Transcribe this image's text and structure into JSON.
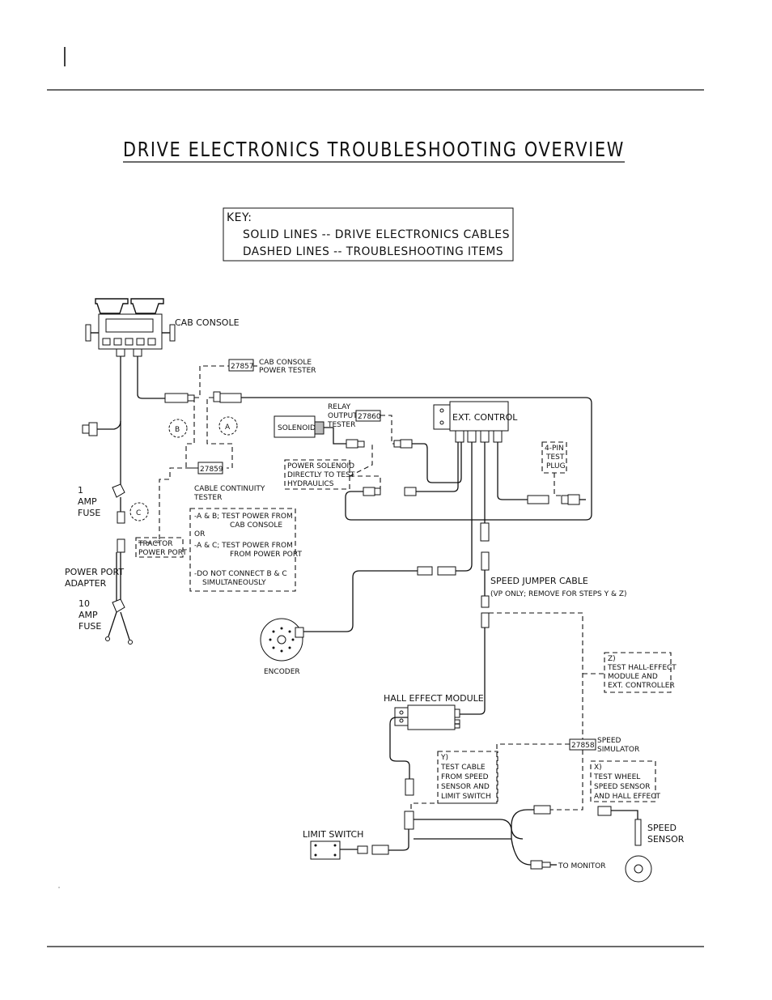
{
  "title": "DRIVE ELECTRONICS TROUBLESHOOTING OVERVIEW",
  "key": {
    "heading": "KEY:",
    "solid": "SOLID LINES -- DRIVE ELECTRONICS CABLES",
    "dashed": "DASHED LINES -- TROUBLESHOOTING ITEMS"
  },
  "labels": {
    "cab_console": "CAB CONSOLE",
    "cab_console_power_tester_1": "CAB CONSOLE",
    "cab_console_power_tester_2": "POWER TESTER",
    "part_27857": "27857",
    "relay_1": "RELAY",
    "relay_2": "OUTPUT",
    "relay_3": "TESTER",
    "part_27860": "27860",
    "solenoid": "SOLENOID",
    "ext_control": "EXT. CONTROL",
    "test_plug_1": "4-PIN",
    "test_plug_2": "TEST",
    "test_plug_3": "PLUG",
    "marker_a": "A",
    "marker_b": "B",
    "marker_c": "C",
    "part_27859": "27859",
    "power_solenoid_1": "POWER SOLENOID",
    "power_solenoid_2": "DIRECTLY TO TEST",
    "power_solenoid_3": "HYDRAULICS",
    "fuse1_1": "1",
    "fuse1_2": "AMP",
    "fuse1_3": "FUSE",
    "cable_continuity_1": "CABLE CONTINUITY",
    "cable_continuity_2": "TESTER",
    "tractor_1": "TRACTOR",
    "tractor_2": "POWER PORT",
    "instr_1": "-A & B; TEST POWER FROM",
    "instr_2": "CAB CONSOLE",
    "instr_3": "OR",
    "instr_4": "-A & C; TEST POWER FROM",
    "instr_5": "FROM POWER PORT",
    "instr_6": "-DO NOT CONNECT B & C",
    "instr_7": "SIMULTANEOUSLY",
    "power_port_1": "POWER PORT",
    "power_port_2": "ADAPTER",
    "fuse10_1": "10",
    "fuse10_2": "AMP",
    "fuse10_3": "FUSE",
    "speed_jumper_1": "SPEED JUMPER CABLE",
    "speed_jumper_2": "(VP ONLY; REMOVE FOR STEPS Y & Z)",
    "encoder": "ENCODER",
    "z_1": "Z)",
    "z_2": "TEST HALL-EFFECT",
    "z_3": "MODULE AND",
    "z_4": "EXT. CONTROLLER",
    "hall_effect_module": "HALL EFFECT MODULE",
    "part_27858": "27858",
    "speed_sim_1": "SPEED",
    "speed_sim_2": "SIMULATOR",
    "y_1": "Y)",
    "y_2": "TEST CABLE",
    "y_3": "FROM SPEED",
    "y_4": "SENSOR AND",
    "y_5": "LIMIT SWITCH",
    "x_1": "X)",
    "x_2": "TEST WHEEL",
    "x_3": "SPEED SENSOR",
    "x_4": "AND HALL EFFECT",
    "speed_sensor_1": "SPEED",
    "speed_sensor_2": "SENSOR",
    "limit_switch": "LIMIT SWITCH",
    "to_monitor": "TO MONITOR"
  }
}
